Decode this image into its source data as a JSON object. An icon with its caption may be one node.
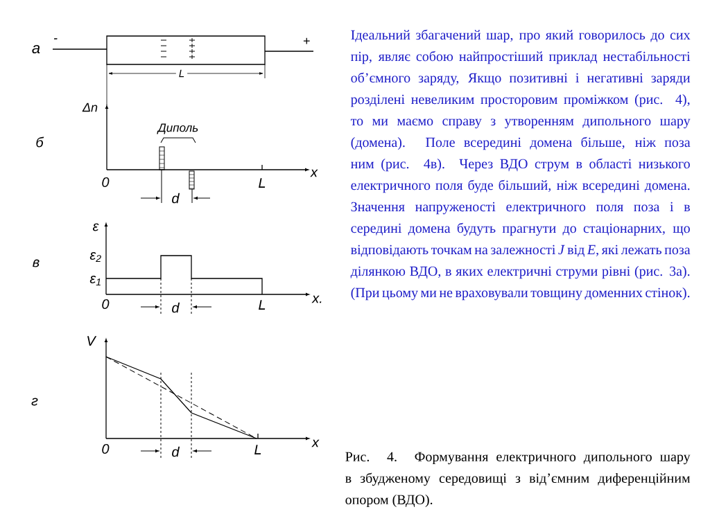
{
  "diagram": {
    "caption": "Рис. 4. Формування електричного дипольного шару в збудженому середовищі з від’ємним диференційним опором (ВДО).",
    "labels": [
      "а",
      "-",
      "+",
      "L",
      "Δn",
      "б",
      "Диполь",
      "0",
      "L",
      "x",
      "d",
      "ε",
      "в",
      "ε$_{2}$",
      "ε$_{1}$",
      "0",
      "d",
      "L",
      "x.",
      "V",
      "г",
      "0",
      "d",
      "L",
      "x",
      "Ідеальний збагачений шар, про який говорилось до сих пір, являє собою найпростіший приклад нестабільності об’ємного заряду, Якщо позитивні і негативні заряди розділені невеликим просторовим проміжком (рис. 4), то ми маємо справу з утворенням дипольного шару (домена). Поле всередині домена більше, ніж поза ним (рис. 4в). Через ВДО струм в області низького електричного поля буде більший, ніж всередині домена. Значення напруженості електричного поля поза і в середині домена будуть прагнути до стаціонарних, що відповідають точкам на залежності *J* від *E*, які лежать поза ділянкою ВДО, в яких електричні струми рівні (рис. 3а). (При цьому ми не враховували товщину доменних стінок)."
    ]
  }
}
